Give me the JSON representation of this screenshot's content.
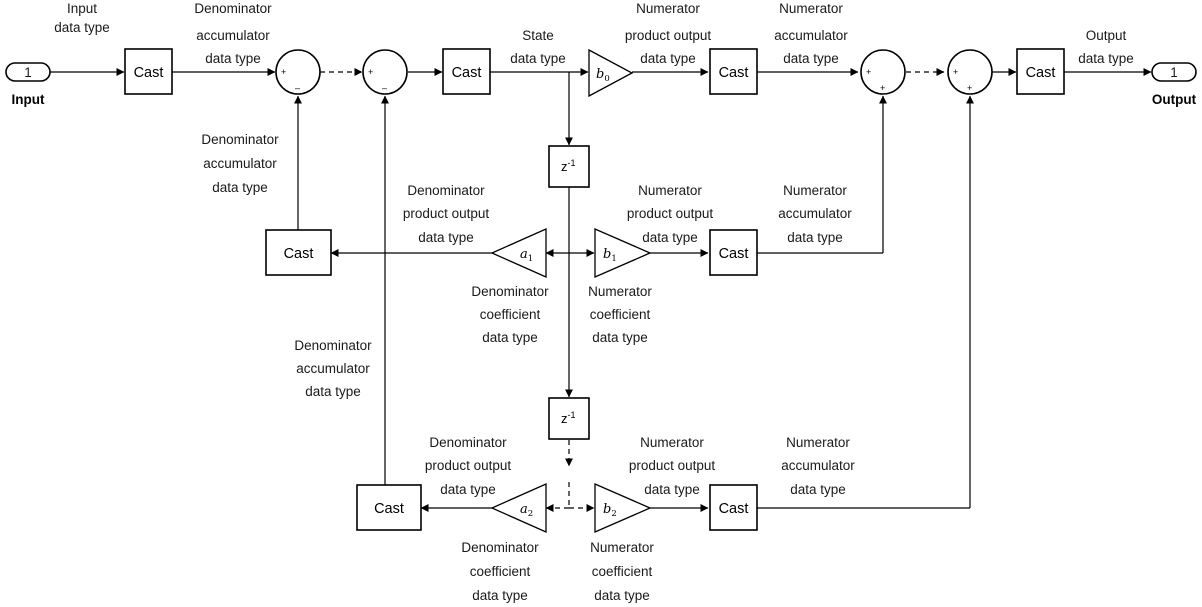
{
  "diagram": {
    "input_port": {
      "number": "1",
      "name": "Input"
    },
    "output_port": {
      "number": "1",
      "name": "Output"
    },
    "cast_label": "Cast",
    "delay_label": {
      "base": "z",
      "exponent": "-1"
    },
    "gains": {
      "b0": {
        "symbol": "b",
        "subscript": "0"
      },
      "b1": {
        "symbol": "b",
        "subscript": "1"
      },
      "b2": {
        "symbol": "b",
        "subscript": "2"
      },
      "a1": {
        "symbol": "a",
        "subscript": "1"
      },
      "a2": {
        "symbol": "a",
        "subscript": "2"
      }
    },
    "signs": {
      "plus": "+",
      "minus": "–"
    },
    "labels": {
      "input_dt": [
        "Input",
        "data type"
      ],
      "den_acc": [
        "Denominator",
        "accumulator",
        "data type"
      ],
      "state_dt": [
        "State",
        "data type"
      ],
      "num_prod": [
        "Numerator",
        "product output",
        "data type"
      ],
      "num_acc": [
        "Numerator",
        "accumulator",
        "data type"
      ],
      "output_dt": [
        "Output",
        "data type"
      ],
      "den_prod": [
        "Denominator",
        "product output",
        "data type"
      ],
      "den_coeff": [
        "Denominator",
        "coefficient",
        "data type"
      ],
      "num_coeff": [
        "Numerator",
        "coefficient",
        "data type"
      ]
    }
  }
}
